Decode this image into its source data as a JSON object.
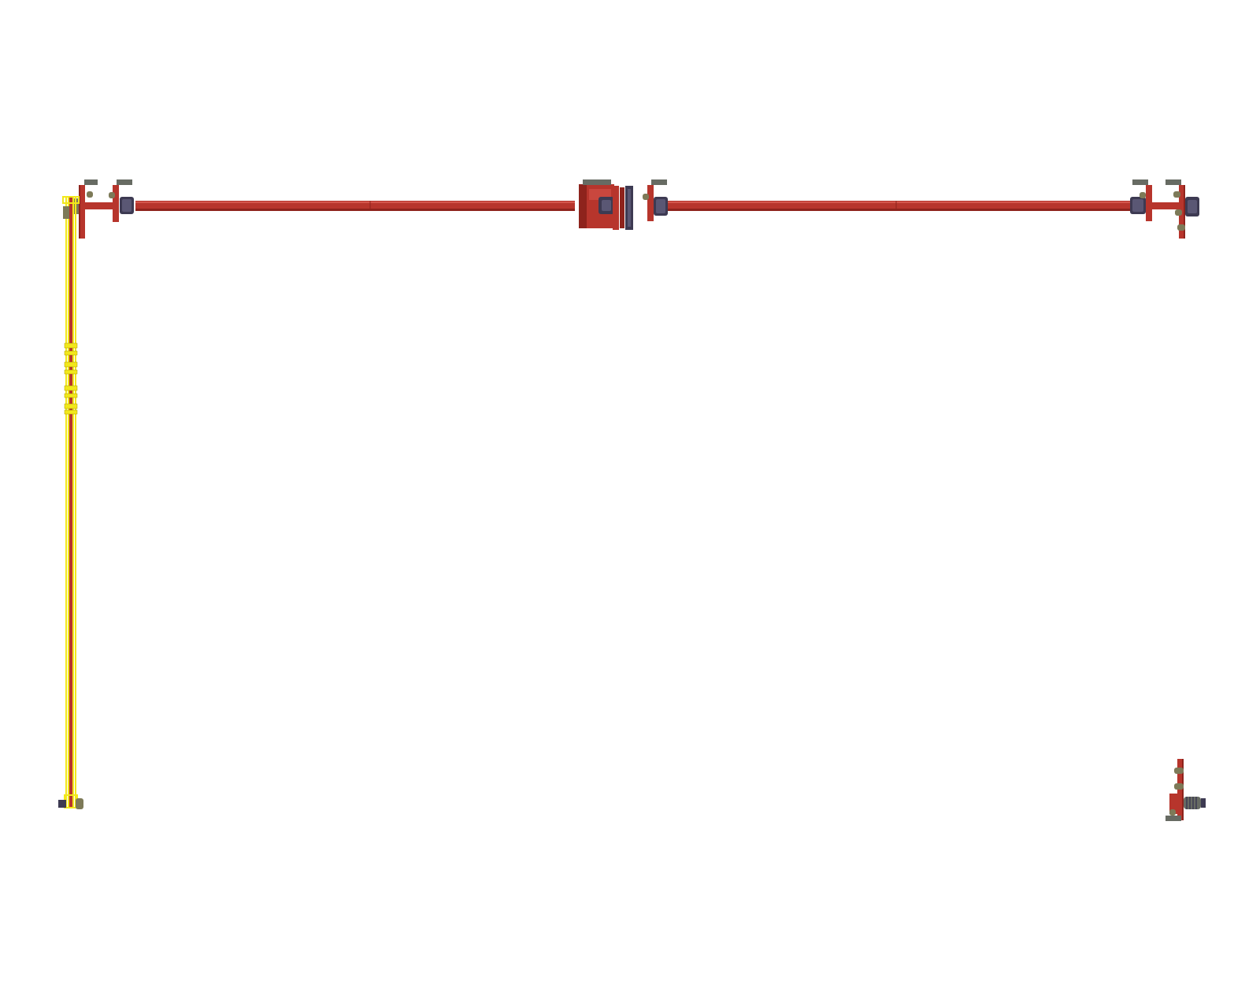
{
  "palette": {
    "background": "#ffffff",
    "frame_red": "#b7352c",
    "frame_red_dark": "#8e231c",
    "frame_red_light": "#d4574d",
    "guard_yellow": "#f2e81a",
    "guard_yellow_dark": "#a89a0c",
    "bearing_navy": "#3d3a52",
    "bearing_navy_light": "#5a5774",
    "bracket_gray": "#676b63",
    "bracket_olive": "#7d7a58"
  },
  "components": {
    "top_shaft": "shaft",
    "drive_unit": "motor-gearbox",
    "pillow_blocks": "bearing-block",
    "side_guard": "chain-guard",
    "bottom_right_assembly": "tensioner"
  }
}
